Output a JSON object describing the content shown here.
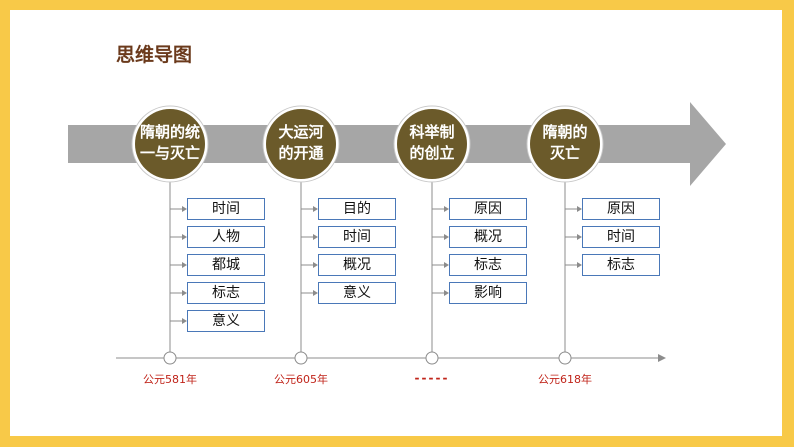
{
  "title": "思维导图",
  "colors": {
    "frame": "#f8c948",
    "arrow": "#a6a6a6",
    "node_fill": "#6b5a2a",
    "node_ring": "#ffffff",
    "box_border": "#4a78b8",
    "year_text": "#c0241a"
  },
  "nodes": [
    {
      "line1": "隋朝的统",
      "line2": "一与灭亡",
      "items": [
        "时间",
        "人物",
        "都城",
        "标志",
        "意义"
      ],
      "year": "公元581年"
    },
    {
      "line1": "大运河",
      "line2": "的开通",
      "items": [
        "目的",
        "时间",
        "概况",
        "意义"
      ],
      "year": "公元605年"
    },
    {
      "line1": "科举制",
      "line2": "的创立",
      "items": [
        "原因",
        "概况",
        "标志",
        "影响"
      ],
      "year": "-----"
    },
    {
      "line1": "隋朝的",
      "line2": "灭亡",
      "items": [
        "原因",
        "时间",
        "标志"
      ],
      "year": "公元618年"
    }
  ]
}
